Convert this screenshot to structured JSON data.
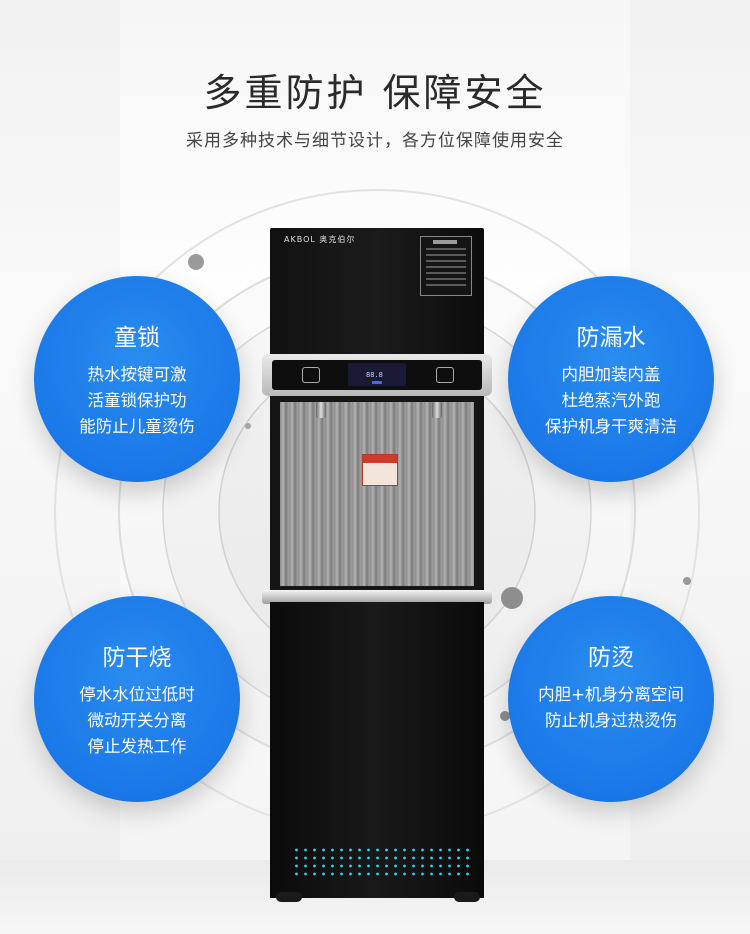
{
  "header": {
    "title": "多重防护  保障安全",
    "subtitle": "采用多种技术与细节设计，各方位保障使用安全"
  },
  "product": {
    "brand": "AKBOL 奥克伯尔"
  },
  "features": [
    {
      "title": "童锁",
      "lines": [
        "热水按键可激",
        "活童锁保护功",
        "能防止儿童烫伤"
      ]
    },
    {
      "title": "防漏水",
      "lines": [
        "内胆加装内盖",
        "杜绝蒸汽外跑",
        "保护机身干爽清洁"
      ]
    },
    {
      "title": "防干烧",
      "lines": [
        "停水水位过低时",
        "微动开关分离",
        "停止发热工作"
      ]
    },
    {
      "title": "防烫",
      "lines": [
        "内胆+机身分离空间",
        "防止机身过热烫伤"
      ]
    }
  ],
  "colors": {
    "bubble_blue": "#1a78e8",
    "accent_dots": "#27d3e6"
  }
}
